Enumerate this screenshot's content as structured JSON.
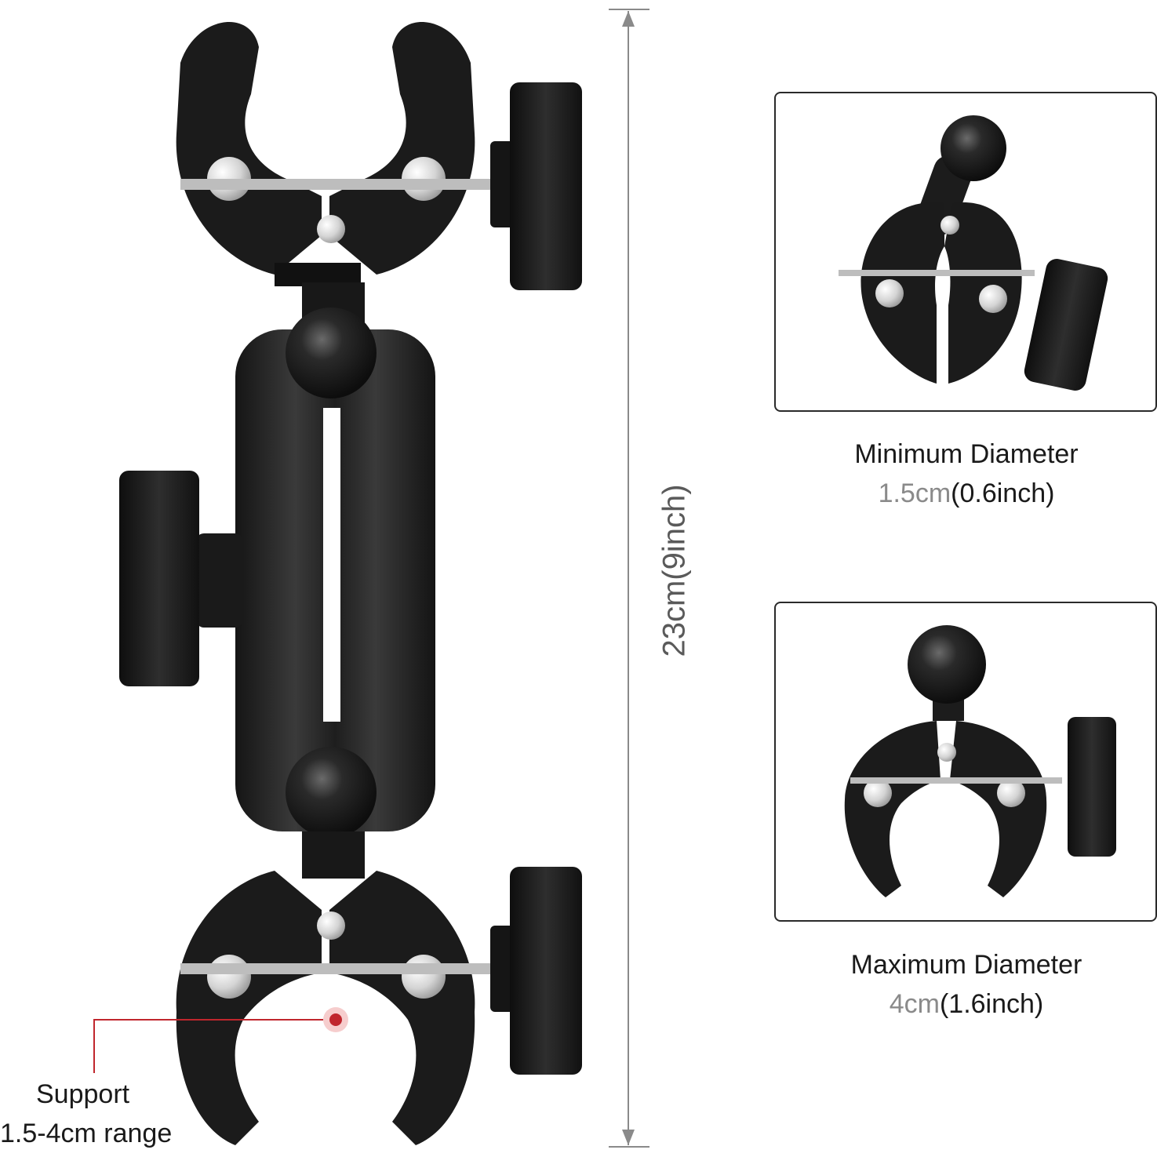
{
  "dimension": {
    "length_label": "23cm(9inch)"
  },
  "min_panel": {
    "title": "Minimum Diameter",
    "value_metric": "1.5cm",
    "value_imperial": "(0.6inch)"
  },
  "max_panel": {
    "title": "Maximum Diameter",
    "value_metric": "4cm",
    "value_imperial": "(1.6inch)"
  },
  "support_callout": {
    "line1": "Support",
    "line2": "1.5-4cm range",
    "accent_color": "#c0262d"
  },
  "colors": {
    "body": "#1c1c1c",
    "metal": "#d9d9d9",
    "line": "#8a8a8a",
    "frame": "#2a2a2a"
  }
}
